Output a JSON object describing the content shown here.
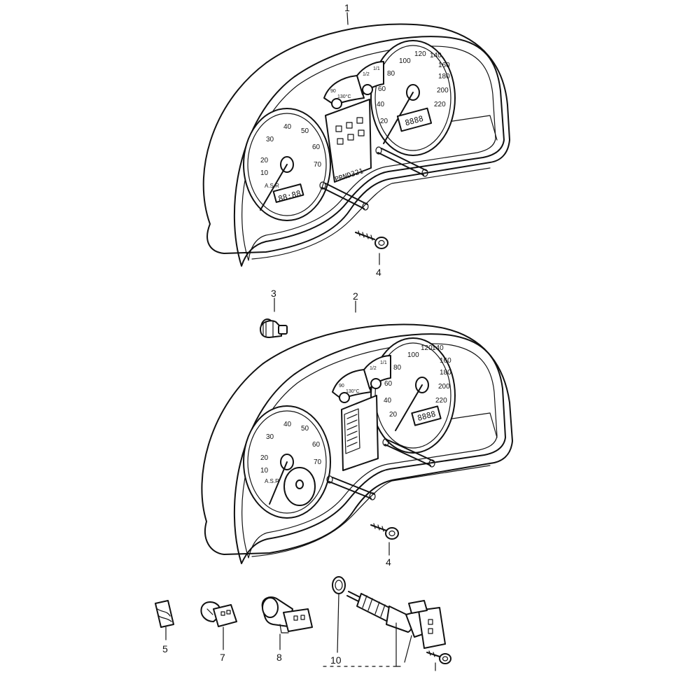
{
  "callouts": {
    "c1": "1",
    "c2": "2",
    "c3": "3",
    "c4a": "4",
    "c4b": "4",
    "c5": "5",
    "c7": "7",
    "c8": "8",
    "c10": "10"
  },
  "cluster1": {
    "speedo_labels": [
      "20",
      "40",
      "60",
      "80",
      "100",
      "120",
      "140",
      "160",
      "180",
      "200",
      "220"
    ],
    "tacho_labels": [
      "10",
      "20",
      "30",
      "40",
      "50",
      "60",
      "70"
    ],
    "asr_label": "A.S.R",
    "temp_label": "130°C",
    "temp_min": "90",
    "fuel_half": "1/2",
    "fuel_full": "1/1",
    "speedo_odometer": "8888",
    "tacho_clock": "88:88",
    "gear_indicator": "PRND321"
  },
  "cluster2": {
    "speedo_labels": [
      "20",
      "40",
      "60",
      "80",
      "100",
      "120",
      "140",
      "160",
      "180",
      "200",
      "220"
    ],
    "tacho_labels": [
      "10",
      "20",
      "30",
      "40",
      "50",
      "60",
      "70"
    ],
    "asr_label": "A.S.R",
    "temp_label": "130°C",
    "temp_min": "90",
    "fuel_half": "1/2",
    "fuel_full": "1/1",
    "speedo_odometer": "8888"
  }
}
